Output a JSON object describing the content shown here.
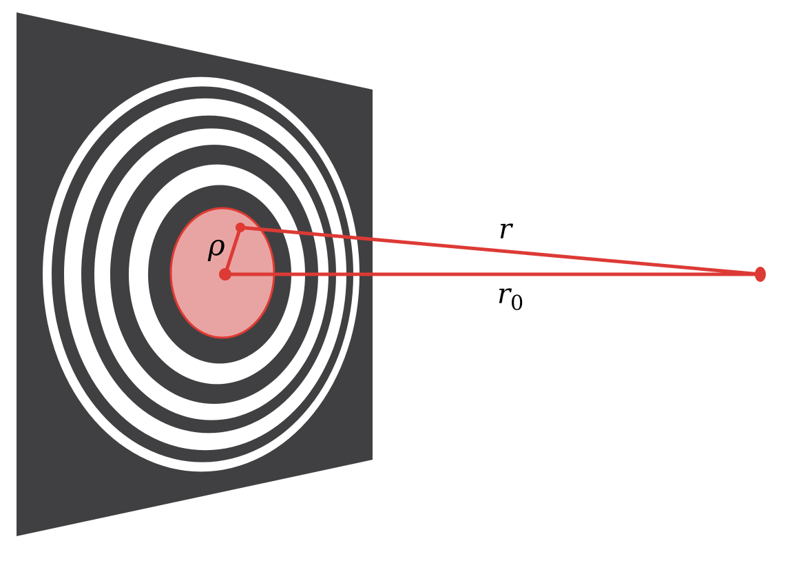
{
  "diagram": {
    "labels": {
      "rho": "ρ",
      "r": "r",
      "r0_base": "r",
      "r0_sub": "0"
    },
    "colors": {
      "plate": "#404042",
      "ring_white": "#ffffff",
      "highlight_fill": "#e8a4a3",
      "highlight_stroke": "#e03a33",
      "ray": "#dd3a35"
    },
    "zone_count": 9
  }
}
